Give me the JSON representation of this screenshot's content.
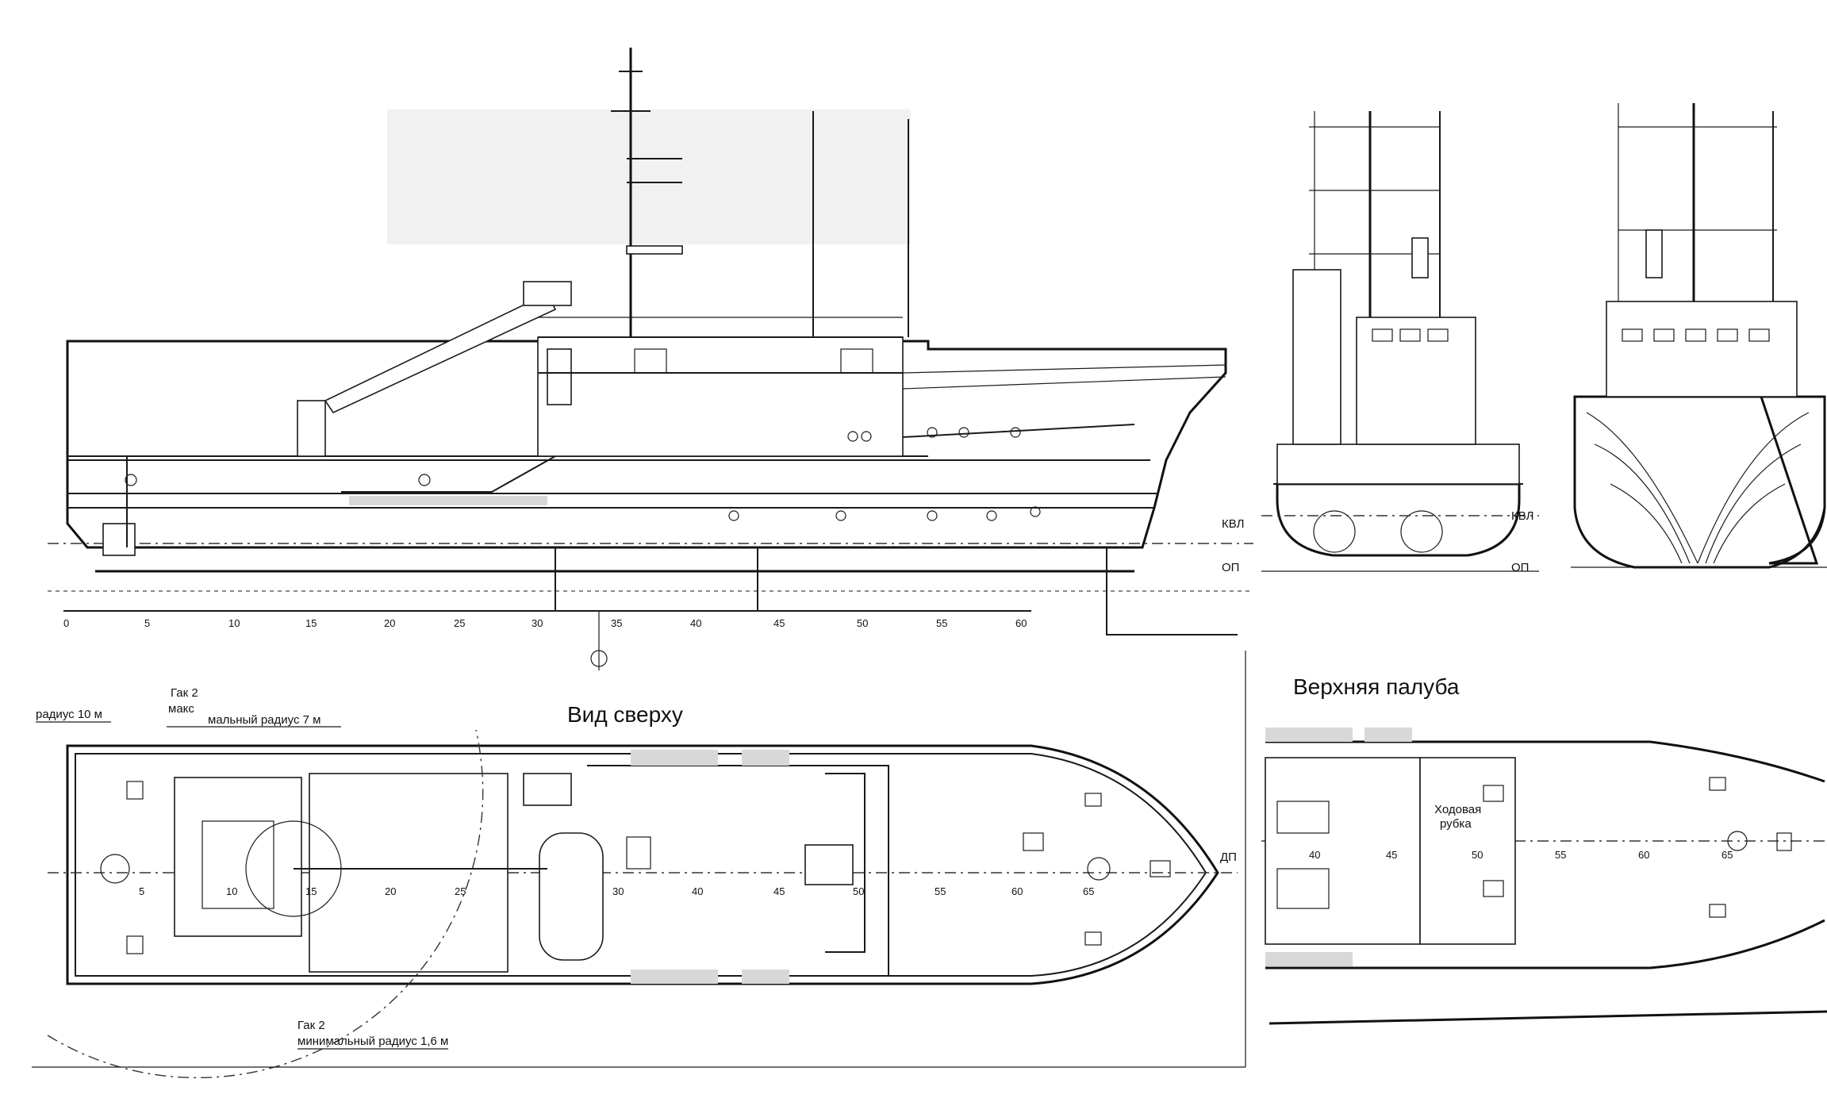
{
  "titles": {
    "top_view": "Вид сверху",
    "upper_deck": "Верхняя палуба"
  },
  "waterline_labels": {
    "kvl_side": "КВЛ",
    "op_side": "ОП",
    "kvl_section": "КВЛ",
    "op_section": "ОП"
  },
  "centerline_label": "ДП",
  "hook_labels": {
    "radius_10": "радиус 10 м",
    "hook_top": "Гак 2",
    "max_prefix": "макс",
    "max_radius": "мальный радиус 7 м",
    "hook_bottom": "Гак 2",
    "min_radius": "минимальный радиус 1,6 м"
  },
  "wheelhouse_label": [
    "Ходовая",
    "рубка"
  ],
  "side_frame_ticks": [
    "0",
    "5",
    "10",
    "15",
    "20",
    "25",
    "30",
    "35",
    "40",
    "45",
    "50",
    "55",
    "60"
  ],
  "plan_frame_ticks": [
    "5",
    "10",
    "15",
    "20",
    "25",
    "30",
    "40",
    "45",
    "50",
    "55",
    "60",
    "65"
  ],
  "deck_frame_ticks": [
    "40",
    "45",
    "50",
    "55",
    "60",
    "65"
  ]
}
